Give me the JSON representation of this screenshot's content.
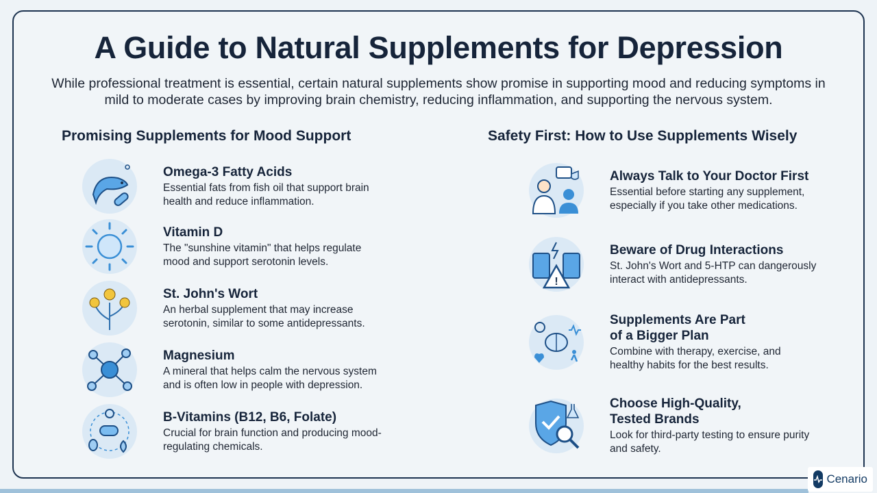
{
  "title": "A Guide to Natural Supplements for Depression",
  "subtitle": "While professional treatment is essential, certain natural supplements show promise in supporting mood and reducing symptoms in mild to moderate cases by improving brain chemistry, reducing inflammation, and supporting the nervous system.",
  "left": {
    "heading": "Promising Supplements for Mood Support",
    "items": [
      {
        "title": "Omega-3 Fatty Acids",
        "desc": "Essential fats from fish oil that support brain health and reduce inflammation.",
        "icon": "fish-capsule-icon"
      },
      {
        "title": "Vitamin D",
        "desc": "The \"sunshine vitamin\" that helps regulate mood and support serotonin levels.",
        "icon": "sun-icon"
      },
      {
        "title": "St. John's Wort",
        "desc": "An herbal supplement that may increase serotonin, similar to some antidepressants.",
        "icon": "flower-icon"
      },
      {
        "title": "Magnesium",
        "desc": "A mineral that helps calm the nervous system and is often low in people with depression.",
        "icon": "molecule-icon"
      },
      {
        "title": "B-Vitamins (B12, B6, Folate)",
        "desc": "Crucial for brain function and producing mood-regulating chemicals.",
        "icon": "vitamins-cycle-icon"
      }
    ]
  },
  "right": {
    "heading": "Safety First: How to Use Supplements Wisely",
    "items": [
      {
        "title": "Always Talk to Your Doctor First",
        "desc": "Essential before starting any supplement, especially if you take other medications.",
        "icon": "doctor-patient-icon"
      },
      {
        "title": "Beware of Drug Interactions",
        "desc": "St. John's Wort and 5-HTP can dangerously interact with antidepressants.",
        "icon": "warning-bottles-icon"
      },
      {
        "title": "Supplements Are Part of a Bigger Plan",
        "desc": "Combine with therapy, exercise, and healthy habits for the best results.",
        "icon": "brain-wellness-icon"
      },
      {
        "title": "Choose High-Quality, Tested Brands",
        "desc": "Look for third-party testing to ensure purity and safety.",
        "icon": "shield-check-icon"
      }
    ]
  },
  "brand": "Cenario",
  "colors": {
    "accent": "#3a8fd6",
    "navy": "#1d3350",
    "bg": "#f1f5f8"
  }
}
